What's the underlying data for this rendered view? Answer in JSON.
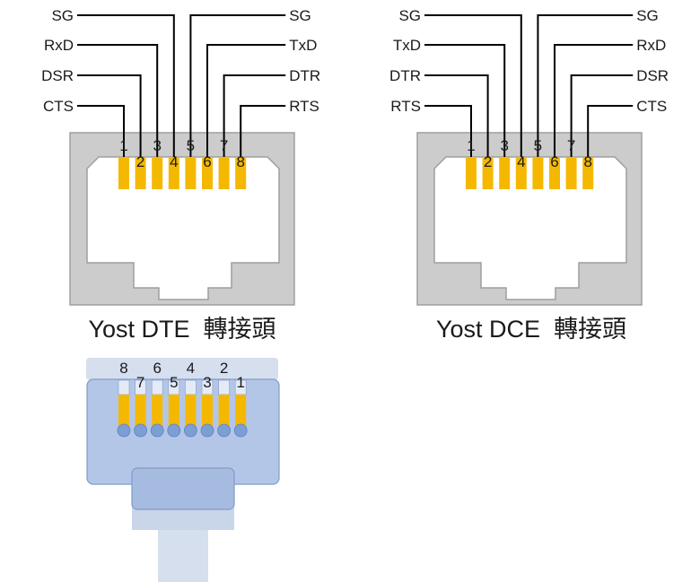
{
  "dte": {
    "caption": "Yost DTE  轉接頭",
    "pin_numbers": [
      "1",
      "2",
      "3",
      "4",
      "5",
      "6",
      "7",
      "8"
    ],
    "left_signals": [
      "SG",
      "RxD",
      "DSR",
      "CTS"
    ],
    "right_signals": [
      "SG",
      "TxD",
      "DTR",
      "RTS"
    ]
  },
  "dce": {
    "caption": "Yost DCE  轉接頭",
    "pin_numbers": [
      "1",
      "2",
      "3",
      "4",
      "5",
      "6",
      "7",
      "8"
    ],
    "left_signals": [
      "SG",
      "TxD",
      "DTR",
      "RTS"
    ],
    "right_signals": [
      "SG",
      "RxD",
      "DSR",
      "CTS"
    ]
  },
  "plug": {
    "pin_numbers": [
      "8",
      "7",
      "6",
      "5",
      "4",
      "3",
      "2",
      "1"
    ]
  },
  "colors": {
    "jack_body": "#cccccc",
    "jack_border": "#9e9e9e",
    "pin_gold": "#f5b800",
    "wire": "#000000",
    "plug_body": "#b4c6e7",
    "plug_border": "#7f9cc9",
    "plug_light": "#d5dfee",
    "contact_dot": "#7b9fd4"
  }
}
